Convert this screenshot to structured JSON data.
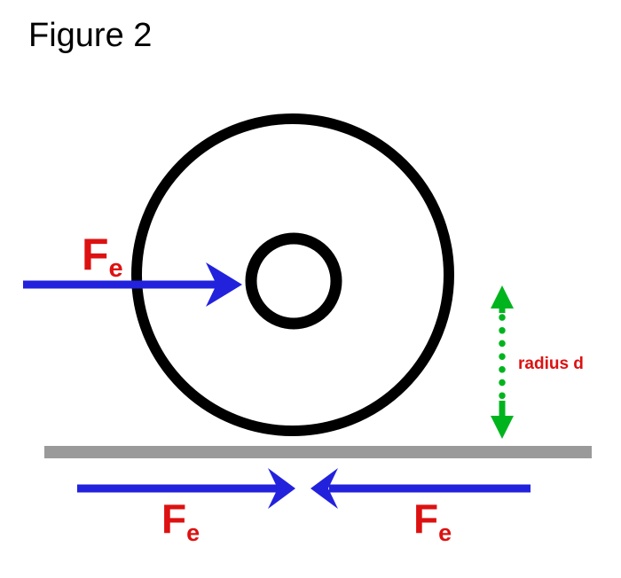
{
  "figure": {
    "title": "Figure 2"
  },
  "labels": {
    "force_top": {
      "main": "F",
      "sub": "e"
    },
    "force_bottom_left": {
      "main": "F",
      "sub": "e"
    },
    "force_bottom_right": {
      "main": "F",
      "sub": "e"
    },
    "radius": "radius d"
  },
  "colors": {
    "wheel_black": "#000000",
    "force_arrow_blue": "#2222dd",
    "label_red": "#dd1111",
    "radius_arrow_green": "#00b41e",
    "ground_gray": "#9a9a9a"
  }
}
